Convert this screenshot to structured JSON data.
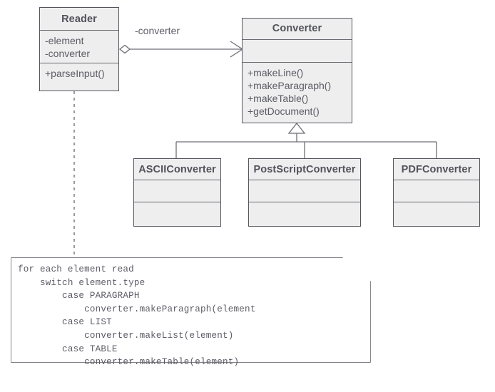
{
  "diagram": {
    "type": "uml-class-diagram",
    "stroke_color": "#555560",
    "fill_color": "#eeeeee",
    "text_color": "#5c5c66",
    "note_fill": "#ffffff"
  },
  "classes": [
    {
      "id": "reader",
      "name": "Reader",
      "attributes": "-element\n-converter",
      "operations": "+parseInput()"
    },
    {
      "id": "converter",
      "name": "Converter",
      "attributes": "",
      "operations": "+makeLine()\n+makeParagraph()\n+makeTable()\n+getDocument()"
    },
    {
      "id": "ascii-converter",
      "name": "ASCIIConverter",
      "attributes": "",
      "operations": ""
    },
    {
      "id": "postscript-converter",
      "name": "PostScriptConverter",
      "attributes": "",
      "operations": ""
    },
    {
      "id": "pdf-converter",
      "name": "PDFConverter",
      "attributes": "",
      "operations": ""
    }
  ],
  "relationships": {
    "aggregation": {
      "from": "Reader",
      "to": "Converter",
      "role_label": "-converter",
      "source_marker": "open-diamond",
      "target_marker": "open-arrow"
    },
    "generalization": {
      "parent": "Converter",
      "children": [
        "ASCIIConverter",
        "PostScriptConverter",
        "PDFConverter"
      ],
      "marker": "hollow-triangle"
    },
    "note_link": {
      "from": "Reader",
      "to": "pseudocode-note",
      "style": "dashed"
    }
  },
  "note": {
    "id": "pseudocode-note",
    "lines": [
      "for each element read",
      "    switch element.type",
      "        case PARAGRAPH",
      "            converter.makeParagraph(element",
      "        case LIST",
      "            converter.makeList(element)",
      "        case TABLE",
      "            converter.makeTable(element)"
    ],
    "text": "for each element read\n    switch element.type\n        case PARAGRAPH\n            converter.makeParagraph(element\n        case LIST\n            converter.makeList(element)\n        case TABLE\n            converter.makeTable(element)"
  }
}
